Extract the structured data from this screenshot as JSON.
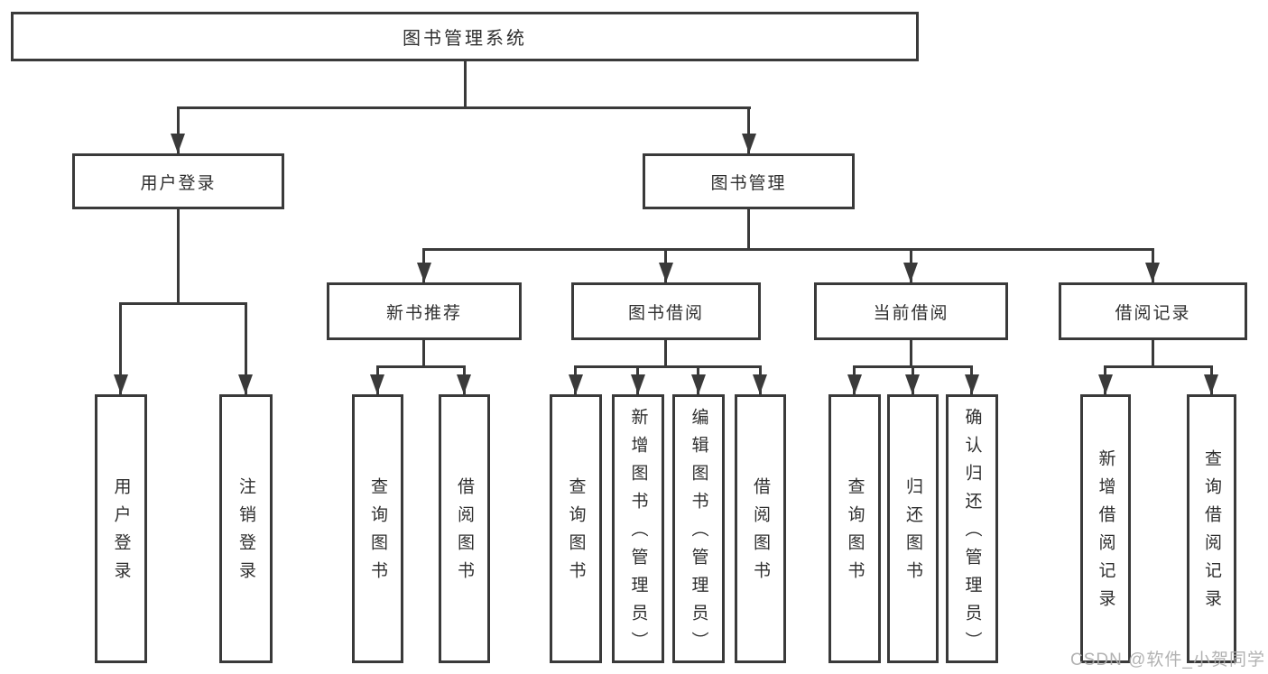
{
  "diagram": {
    "root": {
      "label": "图书管理系统"
    },
    "nodes": [
      {
        "label": "用户登录",
        "children": [
          {
            "label": "用户登录"
          },
          {
            "label": "注销登录"
          }
        ]
      },
      {
        "label": "图书管理",
        "children": [
          {
            "label": "新书推荐",
            "children": [
              {
                "label": "查询图书"
              },
              {
                "label": "借阅图书"
              }
            ]
          },
          {
            "label": "图书借阅",
            "children": [
              {
                "label": "查询图书"
              },
              {
                "label": "新增图书（管理员）"
              },
              {
                "label": "编辑图书（管理员）"
              },
              {
                "label": "借阅图书"
              }
            ]
          },
          {
            "label": "当前借阅",
            "children": [
              {
                "label": "查询图书"
              },
              {
                "label": "归还图书"
              },
              {
                "label": "确认归还（管理员）"
              }
            ]
          },
          {
            "label": "借阅记录",
            "children": [
              {
                "label": "新增借阅记录"
              },
              {
                "label": "查询借阅记录"
              }
            ]
          }
        ]
      }
    ]
  },
  "watermark": "CSDN @软件_小贺同学",
  "colors": {
    "line": "#3a3a3a",
    "box_background": "#ffffff",
    "text": "#2f2f2f",
    "watermark": "#ababab"
  }
}
